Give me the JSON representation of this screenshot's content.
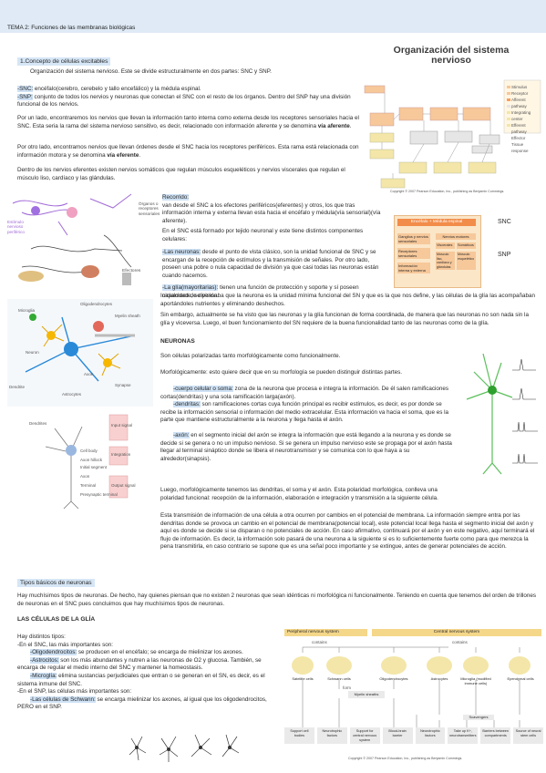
{
  "header": {
    "title": "TEMA 2: Funciones de las membranas biológicas"
  },
  "section1": {
    "heading": "1.Concepto de células excitables",
    "p1": "Organización del sistema nervioso. Este se divide estructuralmente en dos partes: SNC y SNP.",
    "snc_label": "-SNC:",
    "snc_text": " encéfalo(cerebro, cerebelo y tallo encefálico) y la médula espinal.",
    "snp_label": "-SNP:",
    "snp_text": " conjunto de todos los nervios y neuronas que conectan el SNC con el resto de los órganos. Dentro del SNP hay una división funcional de los nervios.",
    "p_aferente": "Por un lado, encontraremos los nervios que llevan la información tanto interna como externa desde los receptores sensoriales hacia el SNC. Esta seria la rama del sistema nervioso sensitivo, es decir, relacionado con información aferente y se denomina ",
    "p_aferente_bold": "vía aferente",
    "p_eferente": "Por otro lado, encontramos nervios que llevan órdenes desde el SNC hacia los receptores periféricos. Esta rama está relacionada con información motora y se denomina ",
    "p_eferente_bold": "vía eferente",
    "p_somaticos": "Dentro de los nervios eferentes existen nervios somáticos que regulan músculos esqueléticos y nervios viscerales que regulan el músculo liso, cardíaco y las glándulas."
  },
  "fig_organizacion": {
    "title": "Organización del sistema nervioso",
    "copyright": "Copyright © 2007 Pearson Education, Inc., publishing as Benjamin Cummings.",
    "key": [
      "Stimulus",
      "Receptor",
      "Afferent pathway",
      "Integrating center",
      "Efferent pathway",
      "Effector",
      "Tissue response"
    ]
  },
  "recorrido": {
    "heading": "Recorrido:",
    "p1": "van desde el SNC a los efectores periféricos(eferentes) y otros, los que tras información interna y externa llevan esta hacia el encéfalo y médula(vía sensorial)(vía aferente).",
    "p2": "En el SNC está formado por tejido neuronal y este tiene distintos componentes celulares:",
    "neuronas_label": "-Las neuronas:",
    "neuronas_text": " desde el punto de vista clásico, son la unidad funcional de SNC y se encargan de la recepción de estímulos y la transmisión de señales. Por otro lado, poseen una pobre o nula capacidad de división ya que casi todas las neuronas están cuando nacemos.",
    "glia_label": "-La glía(mayoritarias):",
    "glia_text": " tienen una función de protección y soporte y sí poseen capacidad de división."
  },
  "fig_vias": {
    "left_labels": [
      "Órganos o receptores sensoriales"
    ],
    "left_caption": "Efectores",
    "side_label_1": "Estímulo nervioso periférico",
    "snc_tag": "SNC",
    "snp_tag": "SNP",
    "top_bar": "Encéfalo + Médula espinal",
    "col1": [
      "Ganglios y nervios sensoriales",
      "Receptores sensoriales",
      "Información interna y externa"
    ],
    "col2": [
      "Nervios motores",
      "Viscerales",
      "Somáticos",
      "Músculo liso, cardíaco y glándulas",
      "Músculo esquelético"
    ]
  },
  "neuron_intro": {
    "p1": "Inicialmente, se pensaba que la neurona es la unidad mínima funcional del SN y que es la que nos define, y las células de la glía las acompañaban aportándoles nutrientes y eliminando deshechos.",
    "p2": "Sin embargo, actualmente se ha visto que las neuronas y la glía funcionan de forma coordinada, de manera que las neuronas no son nada sin la glía y viceversa. Luego, el buen funcionamiento del SN requiere de la buena funcionalidad tanto de las neuronas como de la glía."
  },
  "fig_glia_cells": {
    "labels": [
      "Microglia",
      "Oligodendrocytes",
      "Myelin sheath",
      "Neuron",
      "Dendrite",
      "Axon",
      "Synapse",
      "Astrocytes"
    ]
  },
  "neuronas": {
    "heading": "NEURONAS",
    "p1": "Son células polarizadas tanto morfológicamente como funcionalmente.",
    "p2": "Morfológicamente: esto quiere decir que en su morfología se pueden distinguir distintas partes.",
    "soma_label": "-cuerpo celular o soma:",
    "soma_text": " zona de la neurona que procesa e integra la información. De él salen ramificaciones cortas(dendritas) y una sola ramificación larga(axón).",
    "dendritas_label": "-dendritas:",
    "dendritas_text": " son ramificaciones cortas cuya función principal es recibir estímulos, es decir, es por donde se recibe la información sensorial o información del medio extracelular. Esta información va hacia el soma, que es la parte que mantiene estructuralmente a la neurona y llega hasta el axón.",
    "axon_label": "-axón:",
    "axon_text": " en el segmento inicial del axón se integra la información que está llegando a la neurona y es donde se decide si se genera o no un impulso nervioso. Si se genera un impulso nervioso este se propaga por el axón hasta llegar al terminal sináptico donde se libera el neurotransmisor y se comunica con lo que haya a su alrededor(sinapsis).",
    "p3": "Luego, morfológicamente tenemos las dendritas, el soma y el axón. Esta polaridad morfológica, conlleva una polaridad funcional: recepción de la información, elaboración e integración y transmisión a la siguiente célula.",
    "p4": "Esta transmisión de información de una célula a otra ocurren por cambios en el potencial de membrana. La información siempre entra por las dendritas donde se provoca un cambio en el potencial de membrana(potencial local), este potencial local llega hasta el segmento inicial del axón y aquí es donde se decide si se disparan o no potenciales de acción. En caso afirmativo, continuará por el axón y en este negativo, aquí terminará el flujo de información. Es decir, la información solo pasará de una neurona a la siguiente si es lo suficientemente fuerte como para que merezca la pena transmitirla, en caso contrario se supone que es una señal poco importante y se extingue, antes de generar potenciales de acción."
  },
  "fig_neuron_diagram": {
    "labels": [
      "Dendrites",
      "Cell body",
      "Axon hillock",
      "Initial segment",
      "Axon",
      "Terminal",
      "Presynaptic terminal",
      "Input signal",
      "Integration",
      "Output signal"
    ]
  },
  "tipos": {
    "heading": "Tipos básicos de neuronas",
    "p1": "Hay muchísimos tipos de neuronas. De hecho, hay quienes piensan que no existen 2 neuronas que sean idénticas ni morfológica ni funcionalmente. Teniendo en cuenta que tenemos del orden de trillones de neuronas en el SNC pues concluimos que hay muchísimos tipos de neuronas."
  },
  "glia": {
    "heading": "LAS CÉLULAS DE LA GLÍA",
    "p1": "Hay distintos tipos:",
    "snc_line": "-En el SNC, las más importantes son:",
    "oligo_label": "-Oligodendrocitos:",
    "oligo_text": " se producen en el encéfalo; se encarga de mielinizar los axones.",
    "astro_label": "-Astrocitos:",
    "astro_text": " son los más abundantes y nutren a las neuronas de O2 y glucosa. También, se encarga de regular el medio interno del SNC y mantener la homeostasis.",
    "micro_label": "-Microglía:",
    "micro_text": " elimina sustancias perjudiciales que entran o se generan en el SN, es decir, es el sistema inmune del SNC.",
    "snp_line": "-En el SNP, las células más importantes son:",
    "schwann_label": "-Las células de Schwann:",
    "schwann_text": " se encarga mielinizar los axones, al igual que los oligodendrocitos, PERO en el SNP."
  },
  "fig_glia_chart": {
    "pns": "Peripheral nervous system",
    "cns": "Central nervous system",
    "contains": "contains",
    "pns_cells": [
      "Satellite cells",
      "Schwann cells"
    ],
    "cns_cells": [
      "Oligodendrocytes",
      "Astrocytes",
      "Microglia (modified immune cells)",
      "Ependymal cells"
    ],
    "form": "form",
    "myelin": "Myelin sheaths",
    "bottom": [
      "Support cell bodies",
      "Neurotrophic factors",
      "Support for central nervous system",
      "Blood-brain barrier",
      "Neurotrophic factors",
      "Take up K+, neurotransmitters",
      "Barriers between compartments",
      "Source of neural stem cells"
    ],
    "scavengers": "Scavengers",
    "copyright": "Copyright © 2007 Pearson Education, Inc., publishing as Benjamin Cummings."
  },
  "colors": {
    "highlight": "#cfe2f5",
    "header": "#dfeaf6",
    "fig_orange": "#f6c89a",
    "fig_yellow": "#f3e6a8"
  }
}
